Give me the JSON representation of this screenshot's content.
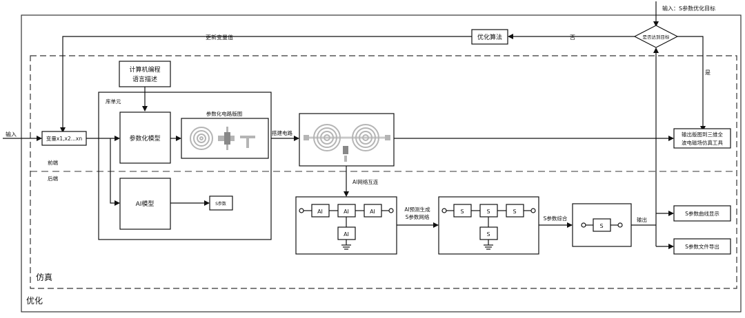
{
  "top_input": "输入：S参数优化目标",
  "decision": "是否达到目标",
  "optimizer": "优化算法",
  "no_label": "否",
  "yes_label": "是",
  "update_label": "更新变量值",
  "input_label": "输入",
  "variables": "变量x1,x2...xn",
  "code_desc": [
    "计算机编程",
    "语言描述"
  ],
  "lib_unit": "库单元",
  "param_model": "参数化模型",
  "param_layout": "参数化电路版图",
  "build_circuit": "搭建电路",
  "front_end": "前端",
  "back_end": "后端",
  "ai_model": "AI模型",
  "s_param_small": "S参数",
  "ai_interconnect": "AI网络互连",
  "ai_node": "AI",
  "ai_predict": [
    "AI预测生成",
    "S参数网络"
  ],
  "s_node": "S",
  "s_combine": "S参数综合",
  "output": "输出",
  "output_layout": [
    "输出版图到三维全",
    "波电磁场仿真工具"
  ],
  "s_curve": "S参数曲线显示",
  "s_file": "S参数文件导出",
  "sim_label": "仿真",
  "opt_label": "优化"
}
